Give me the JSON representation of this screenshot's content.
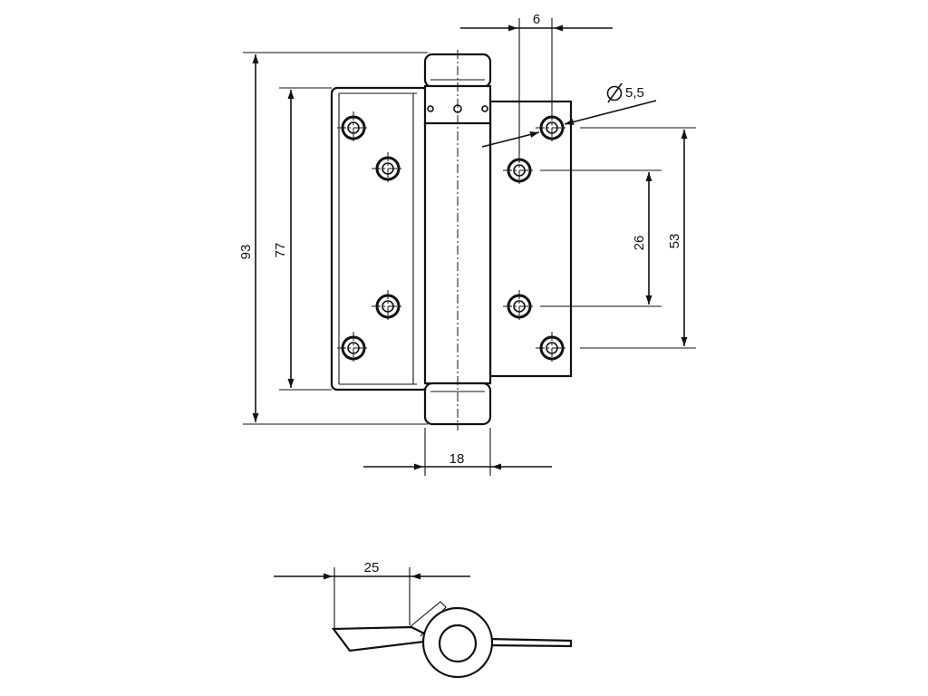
{
  "dimensions": {
    "overall_height": "93",
    "leaf_height": "77",
    "hole_spacing_outer": "53",
    "hole_spacing_inner": "26",
    "knuckle_width": "18",
    "hole_offset": "6",
    "hole_diameter": "5,5",
    "side_width": "25"
  }
}
